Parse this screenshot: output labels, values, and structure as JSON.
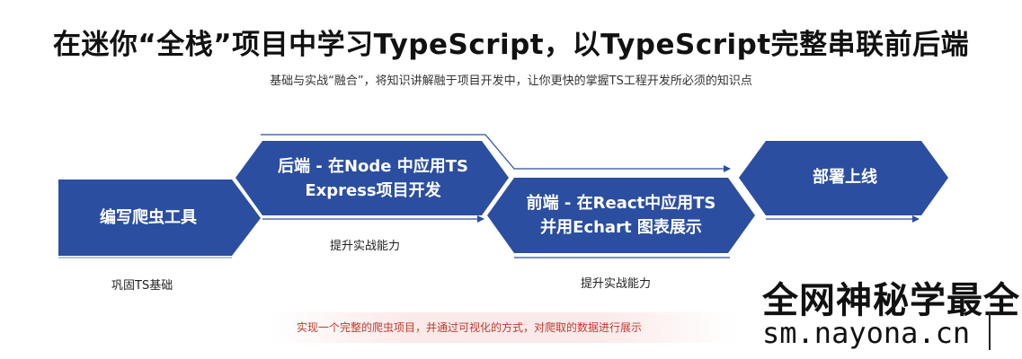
{
  "header": {
    "title": "在迷你“全栈”项目中学习TypeScript，以TypeScript完整串联前后端",
    "subtitle": "基础与实战“融合”，将知识讲解融于项目开发中，让你更快的掌握TS工程开发所必须的知识点"
  },
  "steps": [
    {
      "line1": "编写爬虫工具",
      "line2": ""
    },
    {
      "line1": "后端 - 在Node 中应用TS",
      "line2": "Express项目开发"
    },
    {
      "line1": "前端 - 在React中应用TS",
      "line2": "并用Echart 图表展示"
    },
    {
      "line1": "部署上线",
      "line2": ""
    }
  ],
  "captions": {
    "step1": "巩固TS基础",
    "step2": "提升实战能力",
    "step3": "提升实战能力"
  },
  "note": "实现一个完整的爬虫项目，并通过可视化的方式，对爬取的数据进行展示",
  "watermark": {
    "line1": "全网神秘学最全",
    "line2": "sm.nayona.cn"
  },
  "colors": {
    "node_fill": "#2b4ea0",
    "arrow": "#2b4ea0"
  }
}
